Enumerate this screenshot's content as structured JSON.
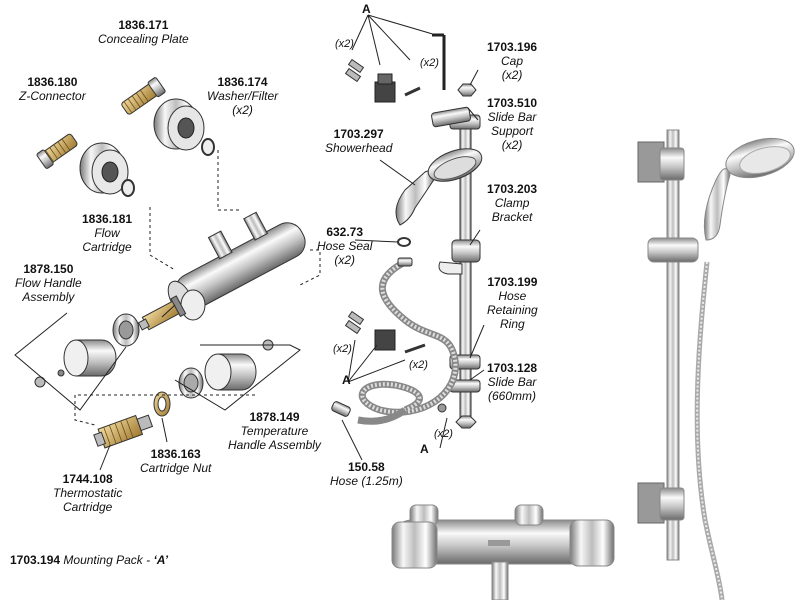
{
  "parts": {
    "p171": {
      "number": "1836.171",
      "name": "Concealing Plate",
      "qty": ""
    },
    "p180": {
      "number": "1836.180",
      "name": "Z-Connector",
      "qty": ""
    },
    "p174": {
      "number": "1836.174",
      "name": "Washer/Filter",
      "qty": "(x2)"
    },
    "p181": {
      "number": "1836.181",
      "name_lines": [
        "Flow",
        "Cartridge"
      ],
      "qty": ""
    },
    "p150": {
      "number": "1878.150",
      "name_lines": [
        "Flow Handle",
        "Assembly"
      ],
      "qty": ""
    },
    "p149": {
      "number": "1878.149",
      "name_lines": [
        "Temperature",
        "Handle Assembly"
      ],
      "qty": ""
    },
    "p163": {
      "number": "1836.163",
      "name": "Cartridge Nut",
      "qty": ""
    },
    "p108": {
      "number": "1744.108",
      "name_lines": [
        "Thermostatic",
        "Cartridge"
      ],
      "qty": ""
    },
    "p297": {
      "number": "1703.297",
      "name": "Showerhead",
      "qty": ""
    },
    "p196": {
      "number": "1703.196",
      "name": "Cap",
      "qty": "(x2)"
    },
    "p510": {
      "number": "1703.510",
      "name_lines": [
        "Slide Bar",
        "Support"
      ],
      "qty": "(x2)"
    },
    "p203": {
      "number": "1703.203",
      "name_lines": [
        "Clamp",
        "Bracket"
      ],
      "qty": ""
    },
    "p632": {
      "number": "632.73",
      "name": "Hose Seal",
      "qty": "(x2)"
    },
    "p199": {
      "number": "1703.199",
      "name_lines": [
        "Hose",
        "Retaining",
        "Ring"
      ],
      "qty": ""
    },
    "p128": {
      "number": "1703.128",
      "name": "Slide Bar",
      "qty": "(660mm)"
    },
    "p058": {
      "number": "150.58",
      "name": "Hose (1.25m)",
      "qty": ""
    }
  },
  "markers": {
    "a": "A",
    "x2": "(x2)"
  },
  "footer": {
    "number": "1703.194",
    "text": "Mounting Pack - ",
    "code": "‘A’"
  },
  "colors": {
    "chrome_light": "#f4f4f4",
    "chrome_mid": "#c9c9c9",
    "chrome_dark": "#6a6a6a",
    "line": "#222222"
  }
}
